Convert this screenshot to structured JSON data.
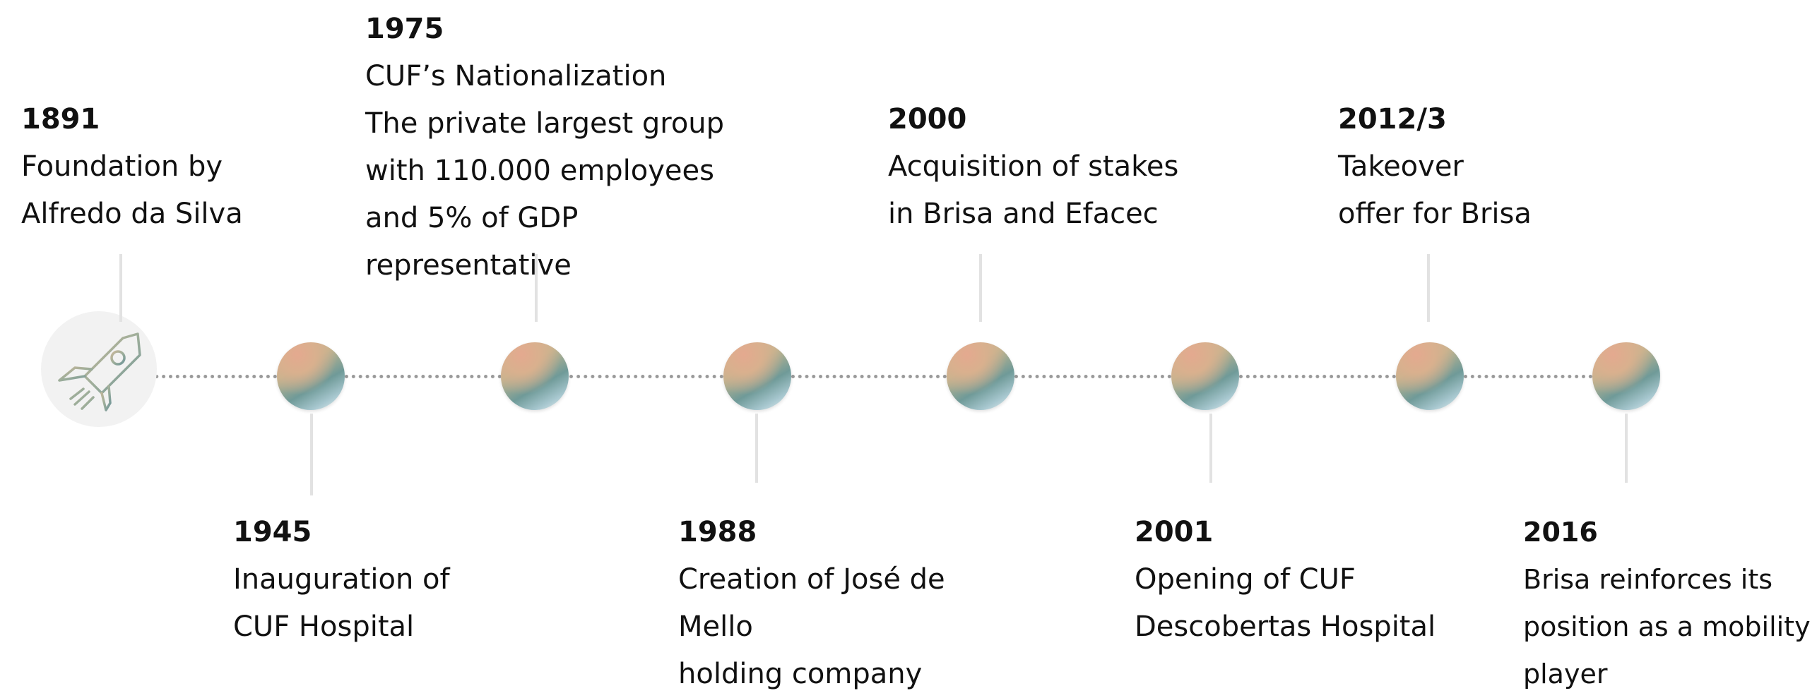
{
  "timeline": {
    "events": [
      {
        "year": "1891",
        "lines": [
          "Foundation by",
          "Alfredo da Silva"
        ]
      },
      {
        "year": "1945",
        "lines": [
          "Inauguration of",
          "CUF Hospital"
        ]
      },
      {
        "year": "1975",
        "lines": [
          "CUF’s Nationalization",
          "The private largest group",
          "with 110.000 employees",
          "and 5% of GDP",
          "representative"
        ]
      },
      {
        "year": "1988",
        "lines": [
          "Creation of José de",
          "Mello",
          "holding company"
        ]
      },
      {
        "year": "2000",
        "lines": [
          "Acquisition of stakes",
          "in Brisa and Efacec"
        ]
      },
      {
        "year": "2001",
        "lines": [
          "Opening of CUF",
          "Descobertas Hospital"
        ]
      },
      {
        "year": "2012/3",
        "lines": [
          "Takeover",
          "offer for Brisa"
        ]
      },
      {
        "year": "2016",
        "lines": [
          "Brisa reinforces its",
          "position as a mobility",
          "player"
        ]
      }
    ],
    "start_icon": "rocket-icon",
    "colors": {
      "line": "#9a9a9a",
      "connector": "#e2e2e2",
      "text": "#111111"
    }
  }
}
